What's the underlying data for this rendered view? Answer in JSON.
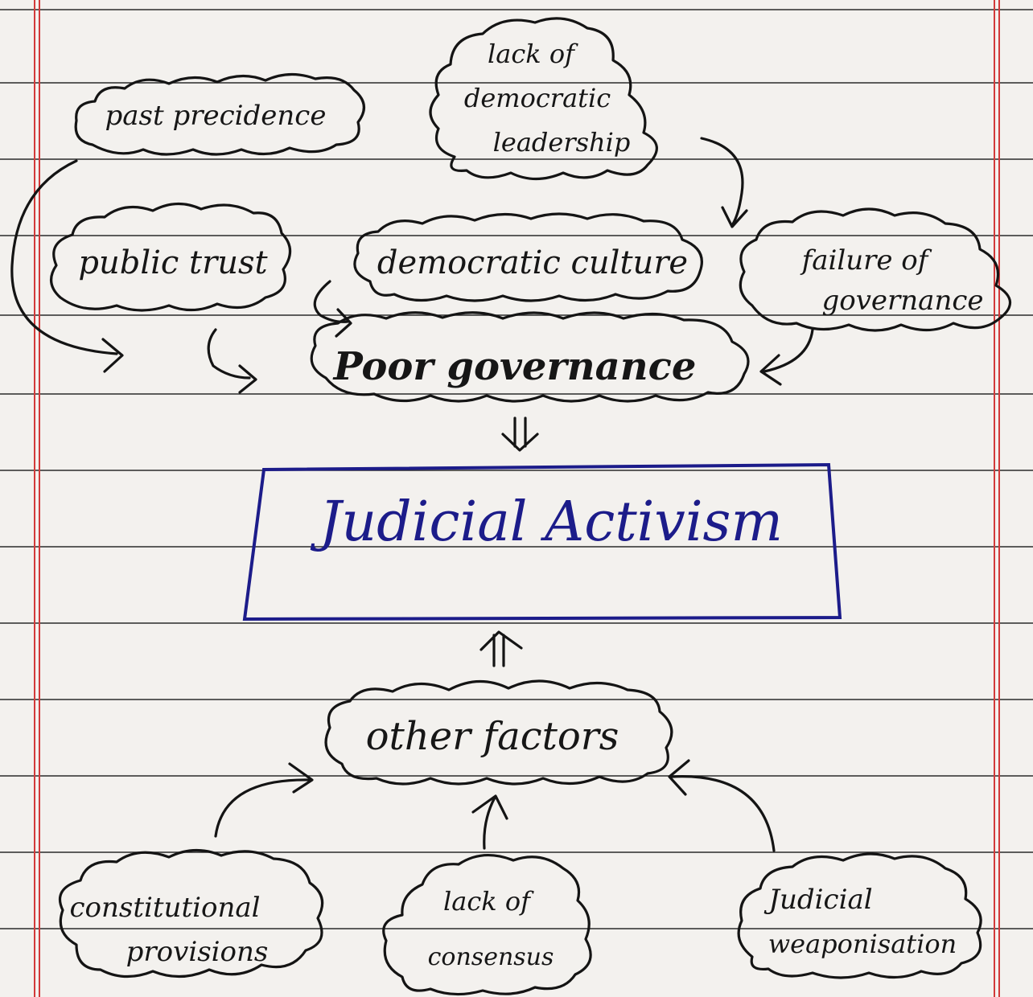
{
  "diagram": {
    "center": {
      "label": "Judicial Activism"
    },
    "poor_governance": {
      "label": "Poor governance"
    },
    "other_factors": {
      "label": "other factors"
    },
    "top_nodes": {
      "past_precedence": "past precidence",
      "lack_leadership_1": "lack of",
      "lack_leadership_2": "democratic",
      "lack_leadership_3": "leadership",
      "public_trust": "public trust",
      "democratic_culture": "democratic culture",
      "failure_1": "failure of",
      "failure_2": "governance"
    },
    "bottom_nodes": {
      "constitutional_1": "constitutional",
      "constitutional_2": "provisions",
      "consensus_1": "lack of",
      "consensus_2": "consensus",
      "weaponisation_1": "Judicial",
      "weaponisation_2": "weaponisation"
    }
  },
  "colors": {
    "ink": "#141414",
    "blue_ink": "#1c1c8a",
    "margin_red": "#d23a3a",
    "paper": "#f3f1ee"
  }
}
